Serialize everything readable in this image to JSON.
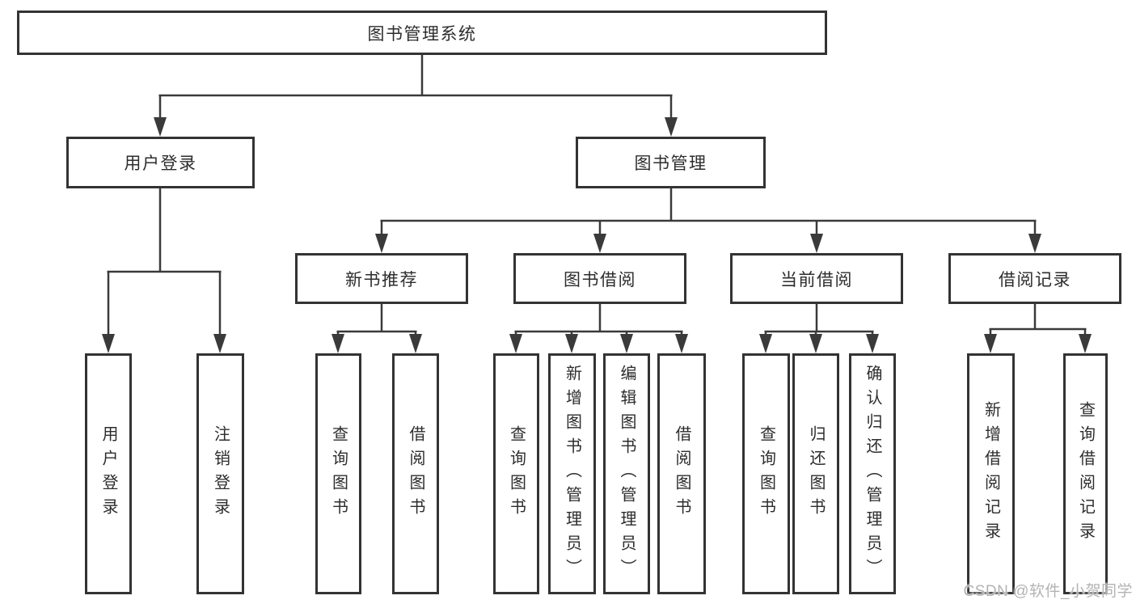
{
  "nodes": {
    "root": "图书管理系统",
    "user_login": "用户登录",
    "book_management": "图书管理",
    "new_book_recommend": "新书推荐",
    "book_borrow": "图书借阅",
    "current_borrow": "当前借阅",
    "borrow_record": "借阅记录",
    "user_login_op": "用户登录",
    "logout_op": "注销登录",
    "query_book_1": "查询图书",
    "borrow_book_1": "借阅图书",
    "query_book_2": "查询图书",
    "add_book": "新增图书（管理员）",
    "edit_book": "编辑图书（管理员）",
    "borrow_book_2": "借阅图书",
    "query_book_3": "查询图书",
    "return_book": "归还图书",
    "confirm_return": "确认归还（管理员）",
    "add_borrow_record": "新增借阅记录",
    "query_borrow_record": "查询借阅记录"
  },
  "edges": [
    {
      "from": "图书管理系统",
      "to": [
        "用户登录",
        "图书管理"
      ]
    },
    {
      "from": "用户登录",
      "to": [
        "用户登录",
        "注销登录"
      ]
    },
    {
      "from": "图书管理",
      "to": [
        "新书推荐",
        "图书借阅",
        "当前借阅",
        "借阅记录"
      ]
    },
    {
      "from": "新书推荐",
      "to": [
        "查询图书",
        "借阅图书"
      ]
    },
    {
      "from": "图书借阅",
      "to": [
        "查询图书",
        "新增图书（管理员）",
        "编辑图书（管理员）",
        "借阅图书"
      ]
    },
    {
      "from": "当前借阅",
      "to": [
        "查询图书",
        "归还图书",
        "确认归还（管理员）"
      ]
    },
    {
      "from": "借阅记录",
      "to": [
        "新增借阅记录",
        "查询借阅记录"
      ]
    }
  ],
  "watermark": "CSDN @软件_小贺同学",
  "colors": {
    "line": "#3a3a3a",
    "border": "#333333",
    "text": "#2d2d2d",
    "watermark": "#b3b3b3",
    "background": "#ffffff"
  }
}
